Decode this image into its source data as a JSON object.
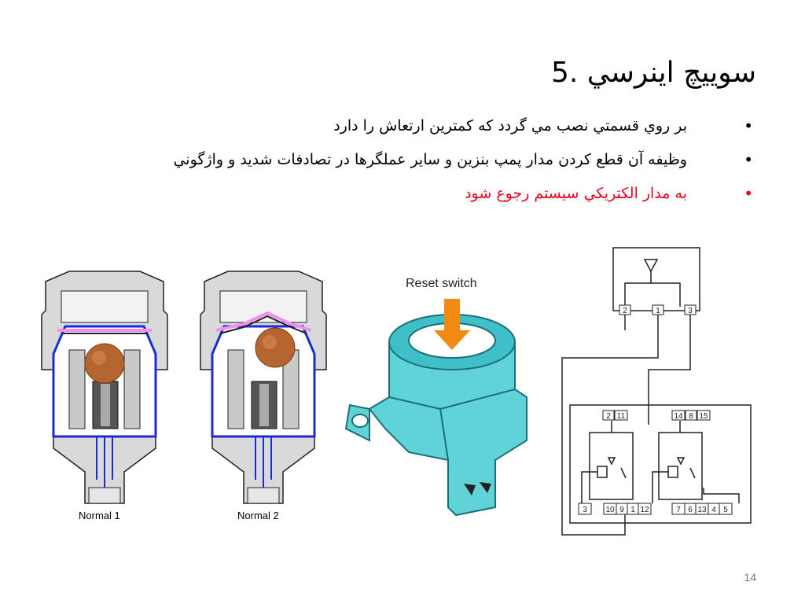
{
  "title": "سوييچ اينرسي   .5",
  "bullets": [
    {
      "text": "بر روي قسمتي نصب مي گردد كه كمترين ارتعاش را دارد",
      "color": "#000000"
    },
    {
      "text": "وظيفه آن قطع كردن مدار پمپ بنزين و ساير عملگرها در تصادفات شديد و واژگوني",
      "color": "#000000"
    },
    {
      "text": "به مدار الكتريكي سيستم رجوع شود",
      "color": "#e8001c"
    }
  ],
  "figures": {
    "normal1_caption": "Normal 1",
    "normal2_caption": "Normal 2",
    "reset_label": "Reset switch",
    "terminals_top": [
      "2",
      "1",
      "3"
    ],
    "terminals_box_top_left": [
      "2",
      "11"
    ],
    "terminals_box_top_right": [
      "14",
      "8",
      "15"
    ],
    "terminals_box_bottom_left": [
      "3",
      "10",
      "9",
      "1",
      "12"
    ],
    "terminals_box_bottom_right": [
      "7",
      "6",
      "13",
      "4",
      "5"
    ]
  },
  "page_number": "14"
}
